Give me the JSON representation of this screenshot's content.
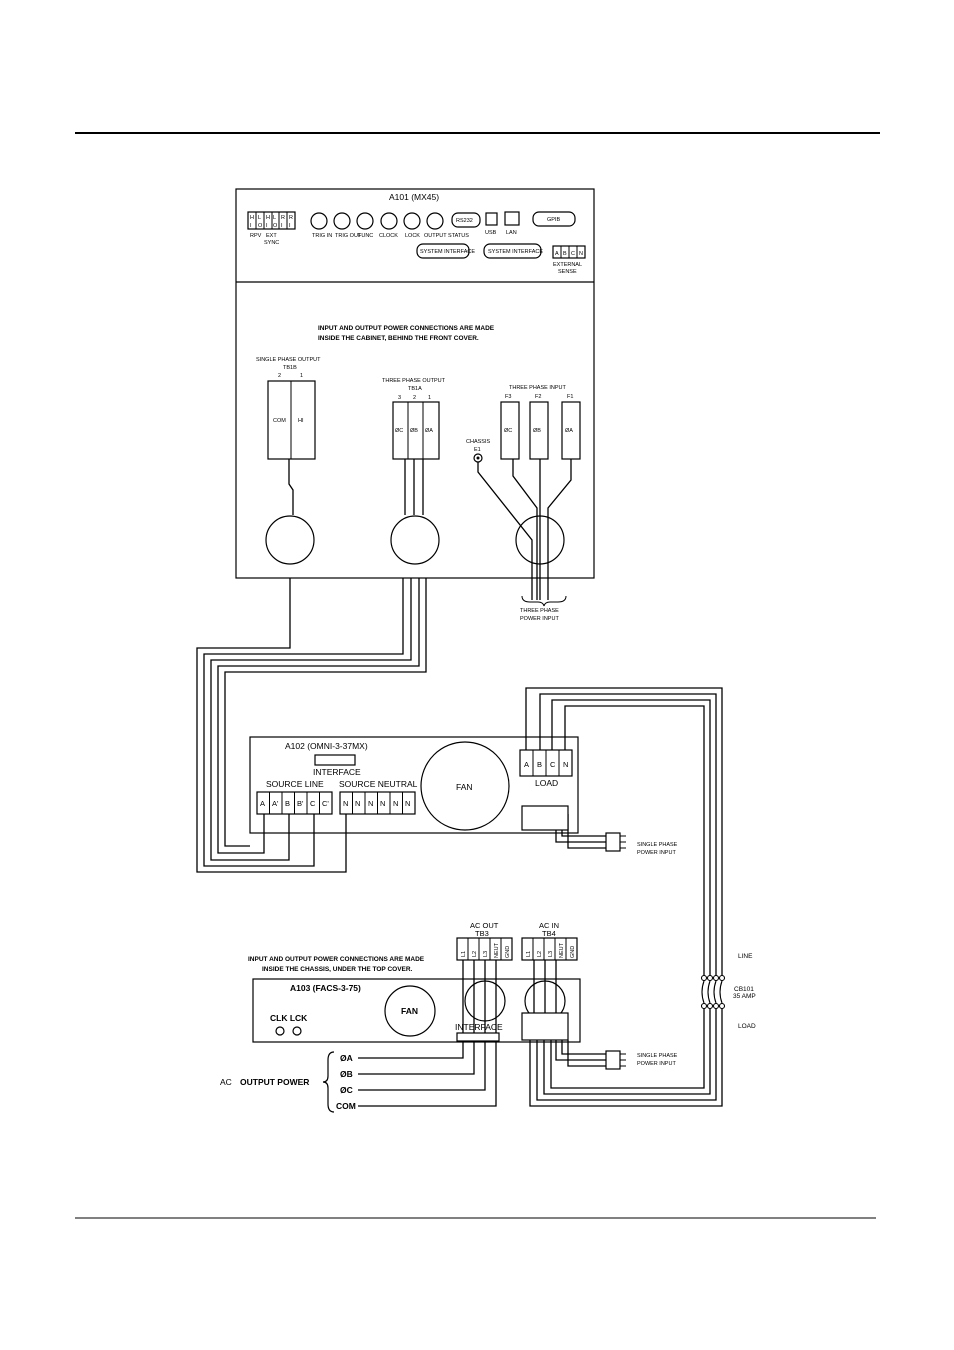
{
  "a101": {
    "title": "A101  (MX45)",
    "switch_labels": [
      "H",
      "L",
      "H",
      "L",
      "R",
      "R"
    ],
    "switch_labels2": [
      "I",
      "O",
      "I",
      "O",
      "I",
      "I"
    ],
    "rpv": "RPV",
    "ext_sync1": "EXT",
    "ext_sync2": "SYNC",
    "bnc": [
      "TRIG IN",
      "TRIG OUT",
      "FUNC",
      "CLOCK",
      "LOCK",
      "OUTPUT STATUS"
    ],
    "rs232": "RS232",
    "usb": "USB",
    "lan": "LAN",
    "gpib": "GPIB",
    "system_interface1": "SYSTEM INTERFACE",
    "system_interface2": "SYSTEM INTERFACE",
    "sense_cells": [
      "A",
      "B",
      "C",
      "N"
    ],
    "external": "EXTERNAL",
    "sense": "SENSE",
    "note1": "INPUT AND OUTPUT POWER CONNECTIONS ARE MADE",
    "note2": "INSIDE THE CABINET, BEHIND THE FRONT COVER.",
    "single_phase_output": "SINGLE PHASE OUTPUT",
    "tb1b": "TB1B",
    "tb1b_nums": [
      "2",
      "1"
    ],
    "tb1b_cells": [
      "COM",
      "HI"
    ],
    "three_phase_output": "THREE PHASE OUTPUT",
    "tb1a": "TB1A",
    "tb1a_nums": [
      "3",
      "2",
      "1"
    ],
    "tb1a_cells": [
      "ØC",
      "ØB",
      "ØA"
    ],
    "three_phase_input": "THREE PHASE INPUT",
    "input_nums": [
      "F3",
      "F2",
      "F1"
    ],
    "input_cells": [
      "ØC",
      "ØB",
      "ØA"
    ],
    "chassis": "CHASSIS",
    "e1": "E1",
    "power_input1": "THREE PHASE",
    "power_input2": "POWER INPUT"
  },
  "a102": {
    "title": "A102  (OMNI-3-37MX)",
    "interface": "INTERFACE",
    "source_line": "SOURCE LINE",
    "source_neutral": "SOURCE NEUTRAL",
    "line_cells": [
      "A",
      "A'",
      "B",
      "B'",
      "C",
      "C'"
    ],
    "neutral_cells": [
      "N",
      "N",
      "N",
      "N",
      "N",
      "N"
    ],
    "fan": "FAN",
    "load_cells": [
      "A",
      "B",
      "C",
      "N"
    ],
    "load": "LOAD",
    "spi1": "SINGLE PHASE",
    "spi2": "POWER INPUT"
  },
  "a103": {
    "title": "A103  (FACS-3-75)",
    "fan": "FAN",
    "clk_lck": "CLK LCK",
    "interface": "INTERFACE",
    "note1": "INPUT AND OUTPUT POWER CONNECTIONS ARE MADE",
    "note2": "INSIDE THE CHASSIS, UNDER THE TOP COVER.",
    "ac_out": "AC OUT",
    "tb3": "TB3",
    "tb3_cells": [
      "L1",
      "L2",
      "L3",
      "NEUT",
      "GND"
    ],
    "ac_in": "AC IN",
    "tb4": "TB4",
    "tb4_cells": [
      "L1",
      "L2",
      "L3",
      "NEUT",
      "GND"
    ],
    "spi1": "SINGLE PHASE",
    "spi2": "POWER INPUT",
    "outputs": [
      "ØA",
      "ØB",
      "ØC",
      "COM"
    ],
    "ac": "AC",
    "output_power": "OUTPUT POWER"
  },
  "breaker": {
    "line": "LINE",
    "cb": "CB101",
    "amp": "35 AMP",
    "load": "LOAD"
  }
}
